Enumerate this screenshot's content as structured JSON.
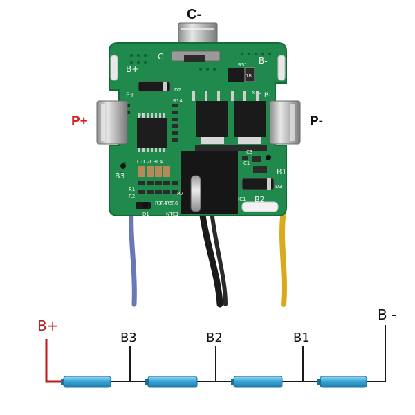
{
  "board_labels": {
    "c_minus": "C-",
    "p_plus": "P+",
    "p_minus": "P-"
  },
  "silkscreen": {
    "c_minus": "C-",
    "b_plus": "B+",
    "b_minus": "B-",
    "p_plus": "P+",
    "p_minus": "P-",
    "b3": "B3",
    "b2": "B2",
    "b1": "B1",
    "rs1": "RS1",
    "d1": "D1",
    "d2": "D2",
    "d3": "D3",
    "u1": "U1",
    "ntc1": "NTC1",
    "ntc": "NTC",
    "r14": "R14",
    "c1c4": "C1C2C3C4",
    "r1": "R1",
    "r2": "R2",
    "r3": "R3",
    "r4": "R4",
    "r5": "R5",
    "r6": "R6",
    "r7": "R7",
    "c1": "C1",
    "ic1": "IC1",
    "c3": "C3"
  },
  "wiring": {
    "b_plus": "B+",
    "b3": "B3",
    "b2": "B2",
    "b1": "B1",
    "b_minus": "B -"
  },
  "colors": {
    "pcb": "#1f8a4c",
    "b_plus_label": "#b22222",
    "p_plus_label": "#d42020",
    "positive_wire": "#c01818",
    "cell": "#3aa8d8",
    "wire_blue": "#6a78b8",
    "wire_black": "#1a1a1a",
    "wire_yellow": "#d9a91e"
  }
}
